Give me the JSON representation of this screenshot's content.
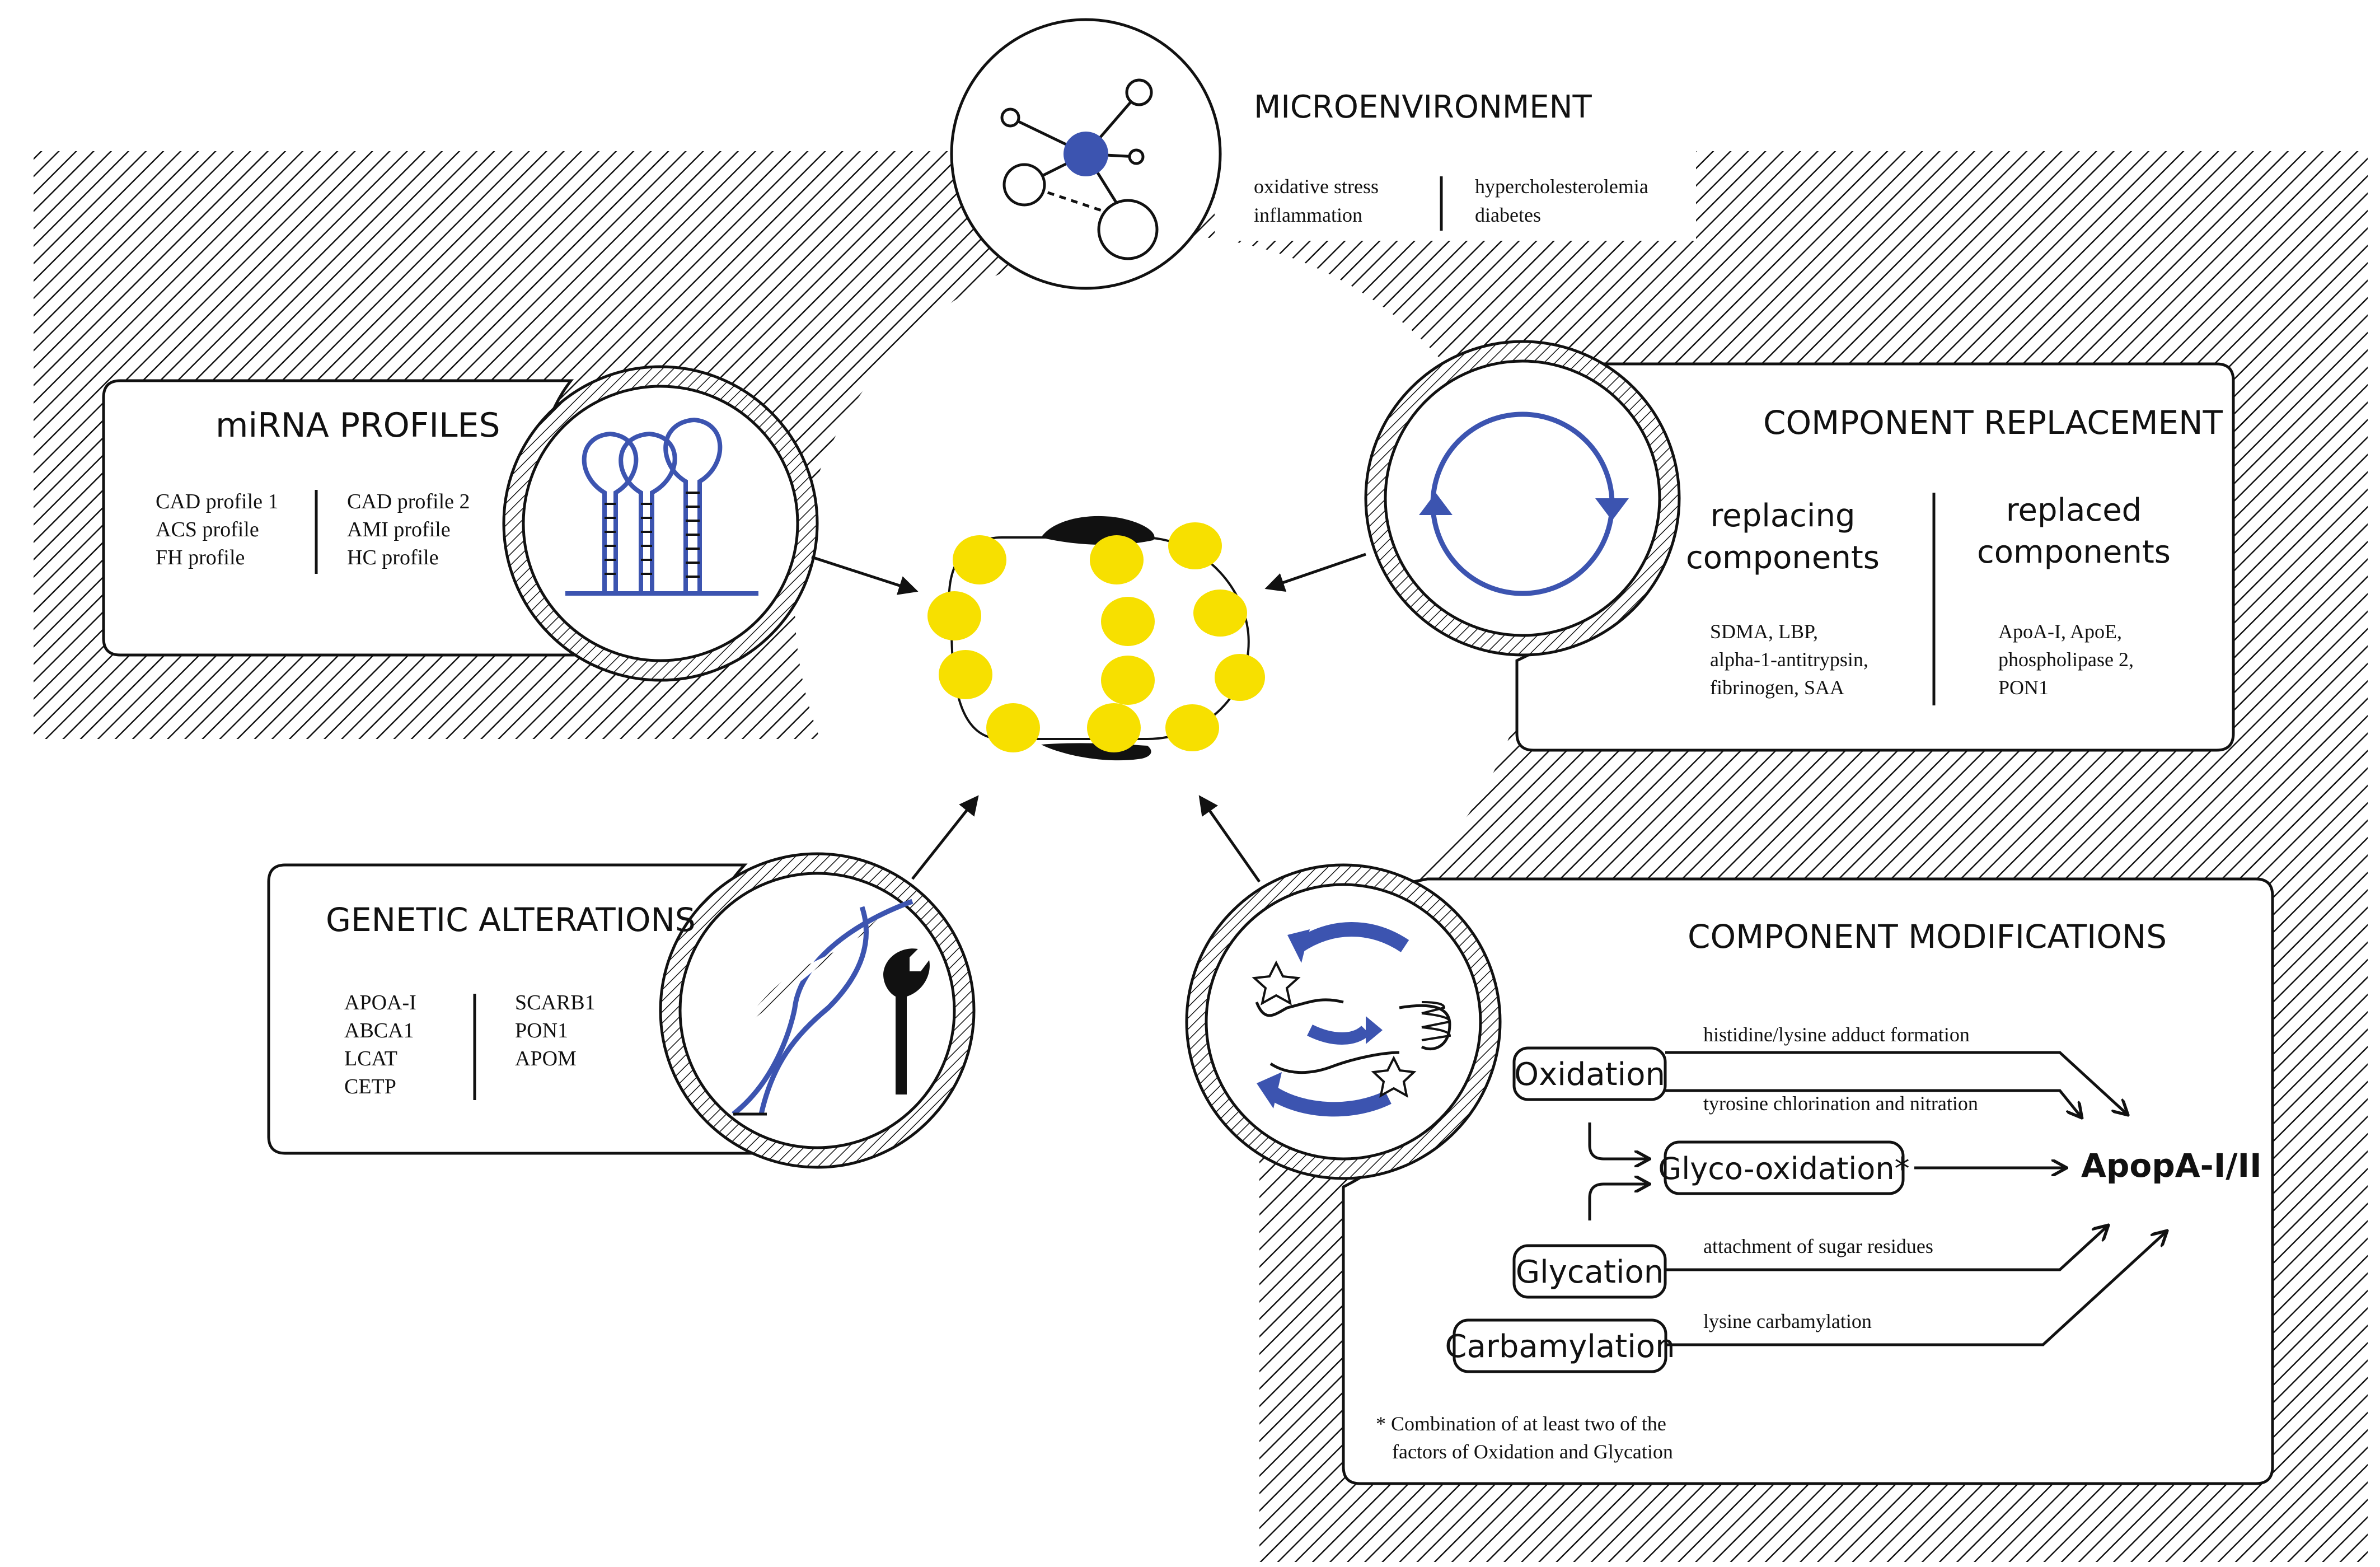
{
  "center": {
    "name": "hdl-particle"
  },
  "panels": {
    "microenvironment": {
      "title": "MICROENVIRONMENT",
      "col1": [
        "oxidative stress",
        "inflammation"
      ],
      "col2": [
        "hypercholesterolemia",
        "diabetes"
      ]
    },
    "mirna": {
      "title": "miRNA PROFILES",
      "col1": [
        "CAD profile 1",
        "ACS profile",
        "FH profile"
      ],
      "col2": [
        "CAD profile 2",
        "AMI profile",
        "HC profile"
      ]
    },
    "replacement": {
      "title": "COMPONENT REPLACEMENT",
      "left_heading": [
        "replacing",
        "components"
      ],
      "right_heading": [
        "replaced",
        "components"
      ],
      "left_items": [
        "SDMA, LBP,",
        "alpha-1-antitrypsin,",
        "fibrinogen, SAA"
      ],
      "right_items": [
        "ApoA-I, ApoE,",
        "phospholipase 2,",
        "PON1"
      ]
    },
    "genetic": {
      "title": "GENETIC ALTERATIONS",
      "col1": [
        "APOA-I",
        "ABCA1",
        "LCAT",
        "CETP"
      ],
      "col2": [
        "SCARB1",
        "PON1",
        "APOM"
      ]
    },
    "modifications": {
      "title": "COMPONENT MODIFICATIONS",
      "boxes": {
        "oxidation": "Oxidation",
        "glyco": "Glyco-oxidation*",
        "glycation": "Glycation",
        "carbamylation": "Carbamylation"
      },
      "target": "ApopA-I/II",
      "paths": {
        "histidine": "histidine/lysine adduct formation",
        "tyrosine": "tyrosine chlorination and nitration",
        "sugar": "attachment of sugar residues",
        "lysine": "lysine carbamylation"
      },
      "footnote": [
        "* Combination of at least two of the",
        "factors of Oxidation and Glycation"
      ]
    }
  },
  "colors": {
    "accent": "#3c54b0",
    "lipid": "#f7e000",
    "ink": "#111111"
  }
}
